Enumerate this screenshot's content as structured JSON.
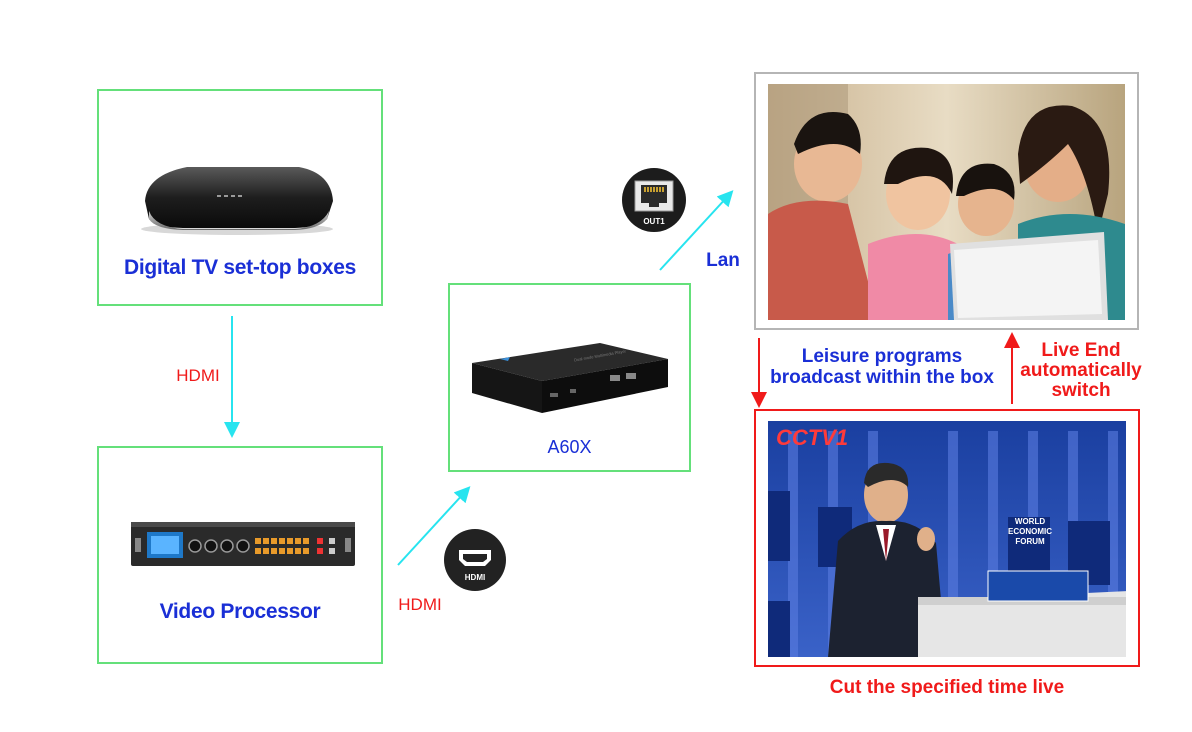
{
  "nodes": {
    "settop": {
      "label": "Digital TV set-top boxes"
    },
    "processor": {
      "label": "Video Processor"
    },
    "player": {
      "label": "A60X",
      "device_text": "Dual-mode Multimedia Player"
    },
    "lan_port": {
      "port_label": "OUT1"
    },
    "hdmi_port": {
      "port_label": "HDMI"
    }
  },
  "edges": {
    "settop_to_processor": "HDMI",
    "processor_to_player": "HDMI",
    "player_to_screen": "Lan"
  },
  "screens": {
    "leisure": {
      "caption": "Leisure programs broadcast within the box",
      "line1": "Leisure programs",
      "line2": "broadcast within the box"
    },
    "live_switch": {
      "line1": "Live End",
      "line2": "automatically",
      "line3": "switch"
    },
    "live": {
      "caption": "Cut the specified time live",
      "channel_logo": "CCTV1"
    },
    "forum_signs": [
      "WORLD",
      "ECONOMIC",
      "FORUM"
    ]
  },
  "colors": {
    "box_border_green": "#64e07a",
    "label_blue": "#1a2fd6",
    "accent_red": "#f01a1a",
    "arrow_cyan": "#27e4ef"
  }
}
